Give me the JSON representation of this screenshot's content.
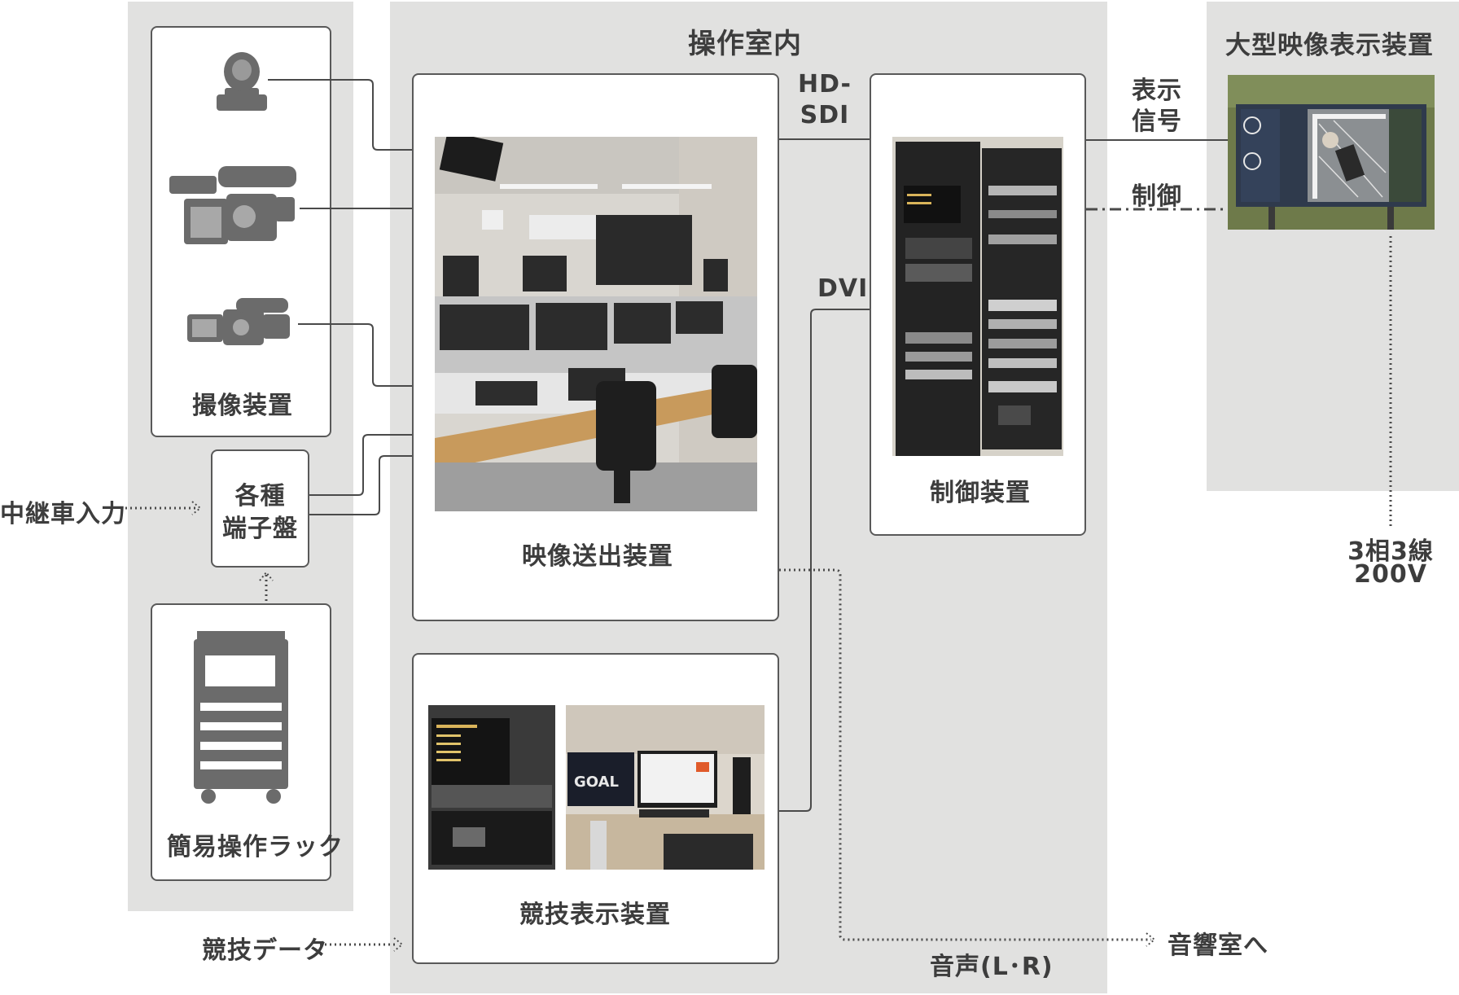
{
  "diagram": {
    "zones": {
      "operation_room": "操作室内",
      "large_display": "大型映像表示装置"
    },
    "devices": {
      "camera_equipment": "撮像装置",
      "terminal_board_line1": "各種",
      "terminal_board_line2": "端子盤",
      "simple_rack": "簡易操作ラック",
      "video_transmitter": "映像送出装置",
      "control_equipment": "制御装置",
      "competition_display": "競技表示装置"
    },
    "signals": {
      "hd_sdi_line1": "HD-",
      "hd_sdi_line2": "SDI",
      "dvi": "DVI",
      "display_signal_line1": "表示",
      "display_signal_line2": "信号",
      "control": "制御",
      "audio": "音声(L･R)",
      "relay_car_input": "中継車入力",
      "competition_data": "競技データ",
      "to_sound_room": "音響室へ",
      "power_line1": "3相3線",
      "power_line2": "200V"
    },
    "scoreboard_text": "GOAL",
    "colors": {
      "zone_gray": "#e1e1e0",
      "line": "#4a4a4a",
      "icon": "#6b6b6b"
    }
  }
}
